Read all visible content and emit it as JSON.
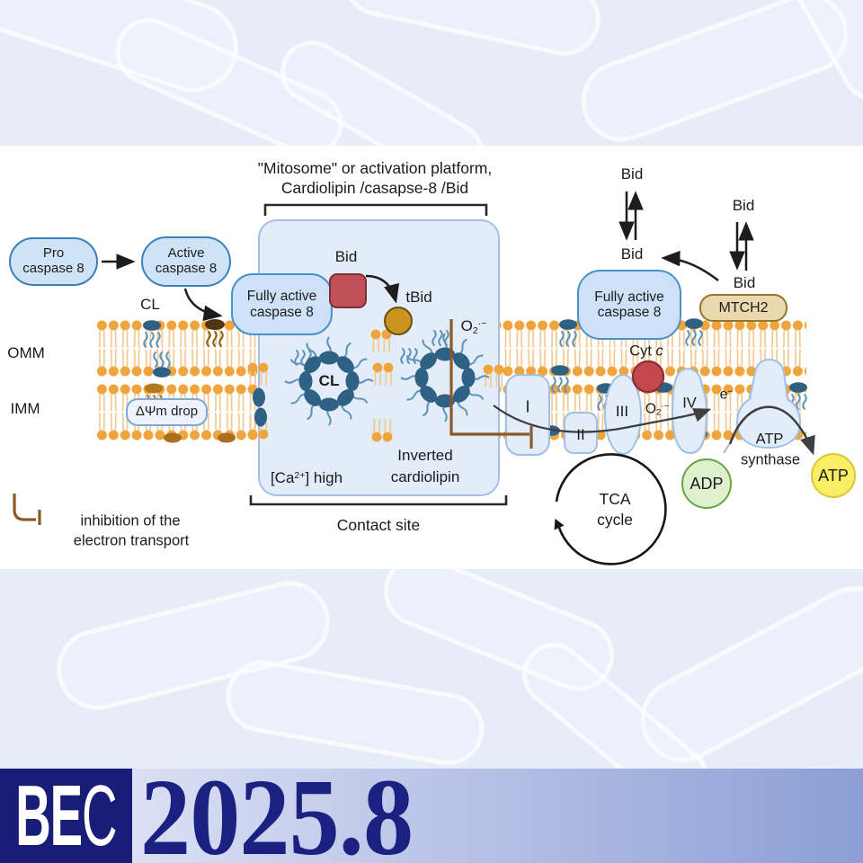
{
  "title": {
    "line1": "\"Mitosome\" or activation platform,",
    "line2": "Cardiolipin /casapse-8 /Bid"
  },
  "caspase": {
    "pro1": "Pro",
    "pro2": "caspase 8",
    "active1": "Active",
    "active2": "caspase 8",
    "fully1": "Fully active",
    "fully2": "caspase 8"
  },
  "membrane": {
    "cl": "CL",
    "omm": "OMM",
    "imm": "IMM",
    "psi_drop": "ΔΨm drop"
  },
  "mitosome": {
    "bid": "Bid",
    "tbid": "tBid",
    "ring_cl": "CL",
    "ca_pre": "[Ca",
    "ca_sup": "2+",
    "ca_post": "] high",
    "inverted1": "Inverted",
    "inverted2": "cardiolipin",
    "contact": "Contact site"
  },
  "superoxide": {
    "base": "O",
    "sub": "2",
    "sup": "·−"
  },
  "bid_cycle": {
    "bid": "Bid"
  },
  "mtch2": "MTCH2",
  "cytc": {
    "pre": "Cyt ",
    "italic": "c"
  },
  "etc": {
    "c1": "I",
    "c2": "II",
    "c3": "III",
    "c4": "IV",
    "e_base": "e",
    "e_sup": "−",
    "atps1": "ATP",
    "atps2": "synthase",
    "adp": "ADP",
    "atp": "ATP"
  },
  "tca": {
    "line1": "TCA",
    "line2": "cycle"
  },
  "legend": {
    "line1": "inhibition of the",
    "line2": "electron transport"
  },
  "footer": {
    "logo_bold": "BE",
    "logo_light": "C",
    "issue": "2025.8"
  },
  "colors": {
    "membrane_orange": "#efa43e",
    "lipid_tail": "#f2c891",
    "cardiolipin_blue": "#2e6183",
    "squiggle_blue": "#5e93b8",
    "mitosome_fill": "#e3edf9",
    "mitosome_border": "#a6c0e4",
    "caspase_fill": "#cfe3f7",
    "caspase_border": "#3d7fba",
    "bid_red": "#c14f57",
    "tbid_gold": "#c9941f",
    "cytc_red": "#c3494f",
    "mtch2_tan": "#ead9ae",
    "adp_green": "#def0cd",
    "atp_yellow": "#f9ee66",
    "inhibition_brown": "#8a5a2a",
    "footer_navy": "#1a1d78",
    "issue_blue": "#1b2180"
  }
}
